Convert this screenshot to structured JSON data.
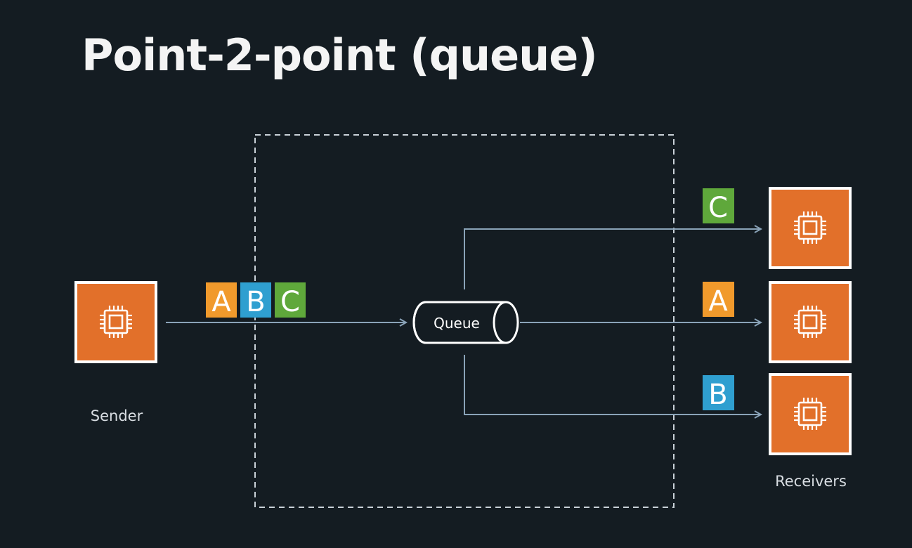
{
  "title": "Point-2-point (queue)",
  "sender_label": "Sender",
  "receivers_label": "Receivers",
  "queue_label": "Queue",
  "messages": {
    "a": "A",
    "b": "B",
    "c": "C"
  },
  "colors": {
    "background": "#141c22",
    "instance_orange": "#e2702a",
    "message_a": "#f19a2c",
    "message_b": "#2f9fd0",
    "message_c": "#5fa83b",
    "line": "#8aa3b8",
    "border_dashed": "#c9d1d8"
  },
  "icons": {
    "sender": "compute-instance-icon",
    "receivers": "compute-instance-icon",
    "queue": "queue-cylinder-icon"
  }
}
